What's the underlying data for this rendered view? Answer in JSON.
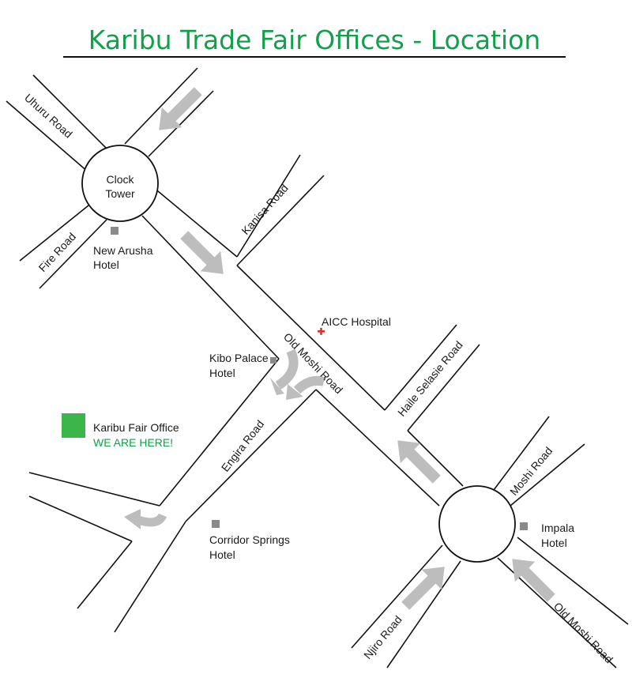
{
  "title": "Karibu Trade Fair Offices - Location",
  "colors": {
    "title": "#12a04a",
    "office_marker": "#3cb64a",
    "we_are_here": "#12a04a",
    "hospital_cross": "#e0302a",
    "arrows": "#bdbdbd",
    "poi_marker": "#8a8a8a"
  },
  "roundabouts": {
    "clock_tower_line1": "Clock",
    "clock_tower_line2": "Tower"
  },
  "roads": {
    "uhuru": "Uhuru Road",
    "fire": "Fire Road",
    "kanisa": "Kanisa Road",
    "old_moshi_upper": "Old Moshi Road",
    "haile_selasie": "Haile Selasie Road",
    "engira": "Engira Road",
    "moshi": "Moshi Road",
    "njiro": "Njiro Road",
    "old_moshi_lower": "Old Moshi Road"
  },
  "places": {
    "new_arusha_1": "New Arusha",
    "new_arusha_2": "Hotel",
    "aicc": "AICC Hospital",
    "kibo_1": "Kibo Palace",
    "kibo_2": "Hotel",
    "corridor_1": "Corridor Springs",
    "corridor_2": "Hotel",
    "impala_1": "Impala",
    "impala_2": "Hotel",
    "office_name": "Karibu Fair Office",
    "office_here": "WE ARE HERE!"
  },
  "icons": [
    "hospital-cross-icon",
    "office-marker-icon",
    "direction-arrow-icon",
    "hotel-marker-icon"
  ]
}
